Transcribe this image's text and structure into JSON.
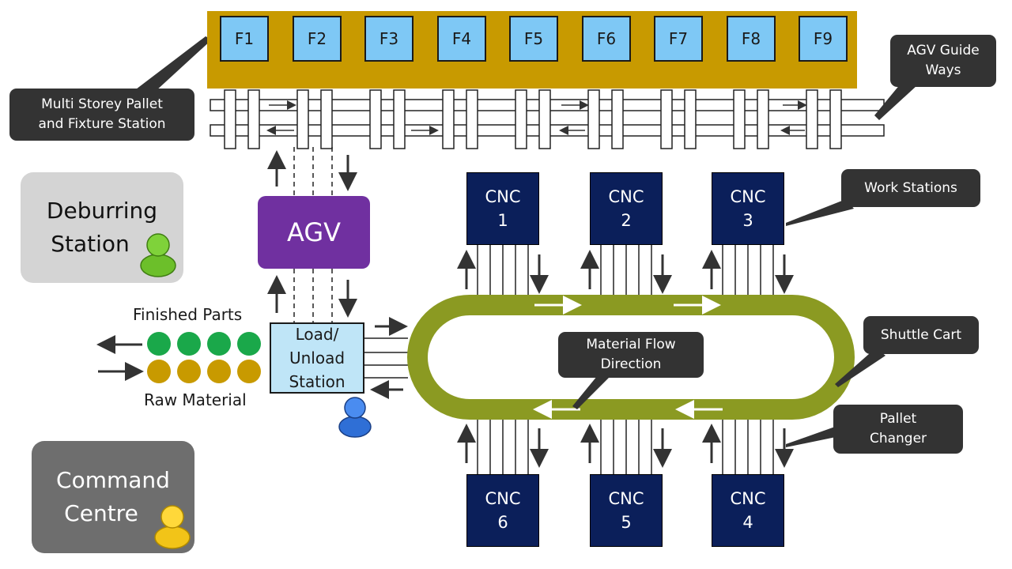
{
  "storage": {
    "fixtures": [
      "F1",
      "F2",
      "F3",
      "F4",
      "F5",
      "F6",
      "F7",
      "F8",
      "F9"
    ],
    "callout_label": "Multi Storey Pallet and Fixture Station"
  },
  "guide_ways": {
    "callout_label": "AGV Guide Ways"
  },
  "work_stations": {
    "callout_label": "Work Stations"
  },
  "shuttle_cart": {
    "callout_label": "Shuttle Cart"
  },
  "pallet_changer": {
    "callout_label": "Pallet Changer"
  },
  "material_flow": {
    "callout_label": "Material Flow Direction"
  },
  "agv": {
    "label": "AGV"
  },
  "load_station": {
    "line1": "Load/",
    "line2": "Unload",
    "line3": "Station"
  },
  "cnc_top": [
    {
      "name": "CNC",
      "num": "1"
    },
    {
      "name": "CNC",
      "num": "2"
    },
    {
      "name": "CNC",
      "num": "3"
    }
  ],
  "cnc_bottom": [
    {
      "name": "CNC",
      "num": "6"
    },
    {
      "name": "CNC",
      "num": "5"
    },
    {
      "name": "CNC",
      "num": "4"
    }
  ],
  "deburring": {
    "line1": "Deburring",
    "line2": "Station"
  },
  "command": {
    "line1": "Command",
    "line2": "Centre"
  },
  "parts": {
    "finished_label": "Finished  Parts",
    "raw_label": "Raw Material"
  },
  "colors": {
    "rack": "#c89a00",
    "fixture": "#7ec8f5",
    "cnc": "#0b1f5a",
    "agv": "#7030a0",
    "shuttle": "#8b9a22",
    "finished": "#1aa84a",
    "raw": "#c89a00",
    "callout": "#333333",
    "deburring_bg": "#d4d4d4",
    "command_bg": "#6e6e6e"
  },
  "icons": [
    "green-person-icon",
    "blue-person-icon",
    "yellow-person-icon"
  ]
}
